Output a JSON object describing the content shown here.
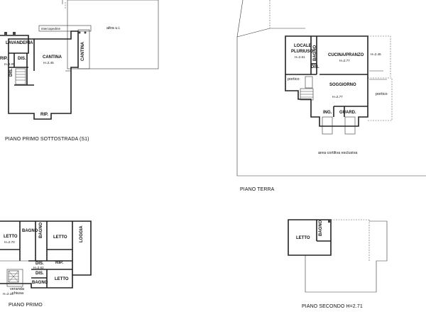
{
  "plans": {
    "s1": {
      "caption": "PIANO PRIMO SOTTOSTRADA (S1)",
      "intercapedine": "intercapedine",
      "altra": "altra u.i.",
      "lavanderia": "LAVANDERIA",
      "rip": "RIP.",
      "dis": "DIS.",
      "h_rip": "H=3.05",
      "cantina": "CANTINA",
      "h_cantina": "H=2.45",
      "dis2": "DIS.",
      "cantina_v": "CANTINA",
      "rip2": "RIP."
    },
    "terra": {
      "caption": "PIANO TERRA",
      "locale": "LOCALE",
      "pluriuso": "PLURIUSO",
      "h_locale": "H=2.61",
      "bagno": "BAGNO",
      "cucina": "CUCINA/PRANZO",
      "h_cucina": "H=2.77",
      "h_245": "H=2.45",
      "dis": "DIS.",
      "portico1": "portico",
      "soggiorno": "SOGGIORNO",
      "h_soggiorno": "H=2.77",
      "portico2": "portico",
      "ing": "ING.",
      "guard": "GUARD.",
      "area": "area cortiliva esclusiva"
    },
    "primo": {
      "caption": "PIANO PRIMO",
      "letto1": "LETTO",
      "h_letto1": "H=2.70",
      "bagno1": "BAGNO",
      "bagno2": "BAGNO",
      "letto2": "LETTO",
      "loggia": "LOGGIA",
      "dis": "DIS.",
      "h_dis": "H=2.62",
      "rip": "RIP.",
      "dis2": "DIS.",
      "veranda": "veranda",
      "chiusa": "chiusa",
      "h_ver": "H=2.18",
      "bagno3": "BAGNO",
      "letto3": "LETTO"
    },
    "secondo": {
      "caption": "PIANO SECONDO H=2.71",
      "letto": "LETTO",
      "bagno": "BAGNO"
    }
  }
}
